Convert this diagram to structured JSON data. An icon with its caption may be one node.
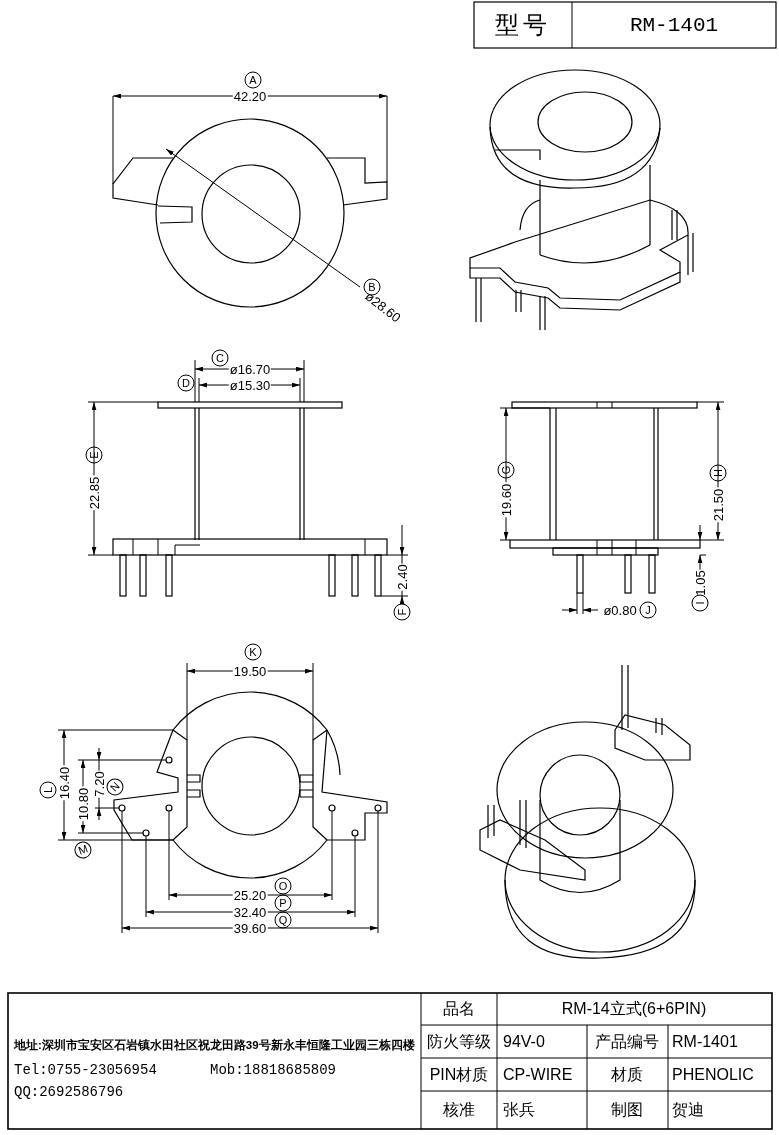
{
  "diagram": {
    "labels": [
      "型号",
      "RM-1401",
      "A",
      "42.20",
      "ø28.60",
      "B",
      "C",
      "ø16.70",
      "D",
      "ø15.30",
      "E",
      "22.85",
      "G",
      "19.60",
      "H",
      "21.50",
      "2.40",
      "F",
      "1.05",
      "I",
      "ø0.80",
      "J",
      "K",
      "19.50",
      "L",
      "16.40",
      "10.80",
      "7.20",
      "N",
      "M",
      "O",
      "25.20",
      "P",
      "32.40",
      "Q",
      "39.60",
      "地址:深圳市宝安区石岩镇水田社区祝龙田路39号新永丰恒隆工业园三栋四楼",
      "Tel:0755-23056954",
      "Mob:18818685809",
      "QQ:2692586796",
      "品名",
      "RM-14立式(6+6PIN)",
      "防火等级",
      "94V-0",
      "产品编号",
      "RM-1401",
      "PIN材质",
      "CP-WIRE",
      "材质",
      "PHENOLIC",
      "核准",
      "张兵",
      "制图",
      "贺迪"
    ]
  }
}
